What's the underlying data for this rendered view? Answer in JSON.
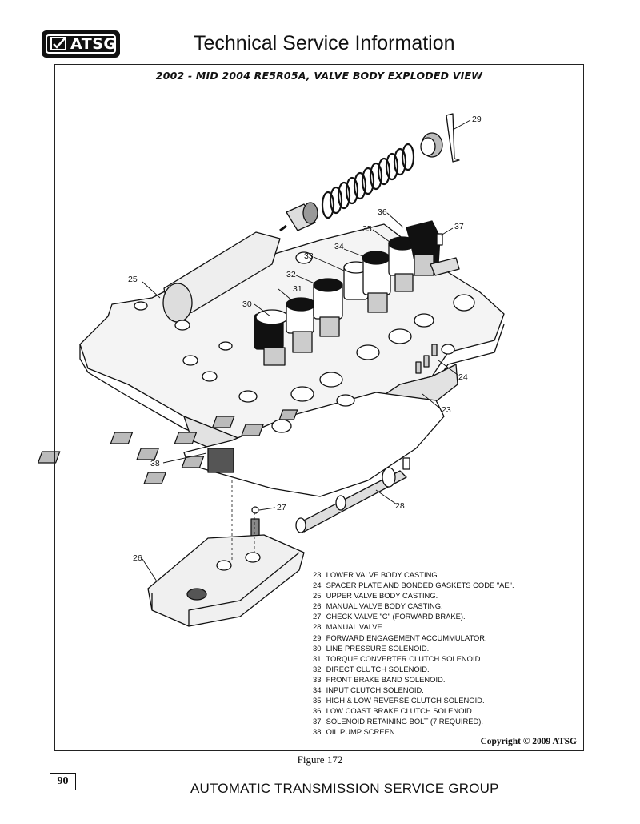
{
  "header": {
    "logo_text": "ATSG",
    "title": "Technical Service Information"
  },
  "figure": {
    "title": "2002 - MID 2004  RE5R05A, VALVE BODY EXPLODED VIEW",
    "callouts": [
      "29",
      "36",
      "37",
      "35",
      "34",
      "33",
      "31",
      "32",
      "25",
      "30",
      "24",
      "23",
      "38",
      "27",
      "28",
      "26"
    ],
    "legend": [
      {
        "num": "23",
        "text": "LOWER VALVE BODY CASTING."
      },
      {
        "num": "24",
        "text": "SPACER PLATE AND BONDED GASKETS  CODE \"AE\"."
      },
      {
        "num": "25",
        "text": "UPPER VALVE BODY CASTING."
      },
      {
        "num": "26",
        "text": "MANUAL VALVE BODY CASTING."
      },
      {
        "num": "27",
        "text": "CHECK VALVE \"C\"  (FORWARD BRAKE)."
      },
      {
        "num": "28",
        "text": "MANUAL VALVE."
      },
      {
        "num": "29",
        "text": "FORWARD ENGAGEMENT ACCUMMULATOR."
      },
      {
        "num": "30",
        "text": "LINE PRESSURE SOLENOID."
      },
      {
        "num": "31",
        "text": "TORQUE CONVERTER CLUTCH SOLENOID."
      },
      {
        "num": "32",
        "text": "DIRECT CLUTCH SOLENOID."
      },
      {
        "num": "33",
        "text": "FRONT BRAKE BAND SOLENOID."
      },
      {
        "num": "34",
        "text": "INPUT CLUTCH SOLENOID."
      },
      {
        "num": "35",
        "text": "HIGH & LOW REVERSE CLUTCH SOLENOID."
      },
      {
        "num": "36",
        "text": "LOW COAST BRAKE CLUTCH SOLENOID."
      },
      {
        "num": "37",
        "text": "SOLENOID RETAINING BOLT  (7 REQUIRED)."
      },
      {
        "num": "38",
        "text": "OIL PUMP SCREEN."
      }
    ],
    "copyright": "Copyright © 2009 ATSG",
    "caption": "Figure 172"
  },
  "footer": {
    "page_number": "90",
    "org": "AUTOMATIC TRANSMISSION SERVICE GROUP"
  }
}
